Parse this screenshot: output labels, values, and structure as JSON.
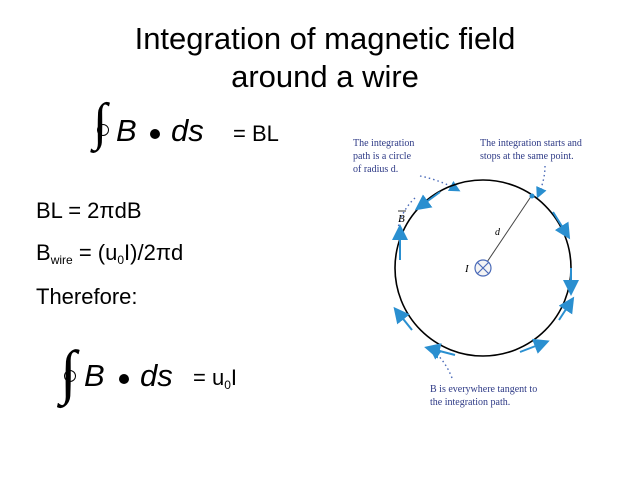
{
  "title": {
    "line1": "Integration of magnetic field",
    "line2": "around a wire"
  },
  "eq1": {
    "B": "B",
    "ds": "ds",
    "rhs": "=  BL"
  },
  "lines": {
    "l1": "BL = 2πdB",
    "l2_pre": "B",
    "l2_sub": "wire",
    "l2_mid": " = (u",
    "l2_sub2": "0",
    "l2_post": "I)/2πd",
    "l3": "Therefore:"
  },
  "eq2": {
    "B": "B",
    "ds": "ds",
    "rhs_pre": "= u",
    "rhs_sub": "0",
    "rhs_post": "I"
  },
  "figure": {
    "cap_left": [
      "The integration",
      "path is a circle",
      "of radius d."
    ],
    "cap_right": [
      "The integration starts and",
      "stops at the same point."
    ],
    "cap_bottom": [
      "B is everywhere tangent to",
      "the integration path."
    ],
    "label_B": "B",
    "label_d": "d",
    "label_I": "I",
    "colors": {
      "arrow": "#2a8fd0",
      "caption": "#2e3a86",
      "dots": "#4a6ab8"
    }
  }
}
